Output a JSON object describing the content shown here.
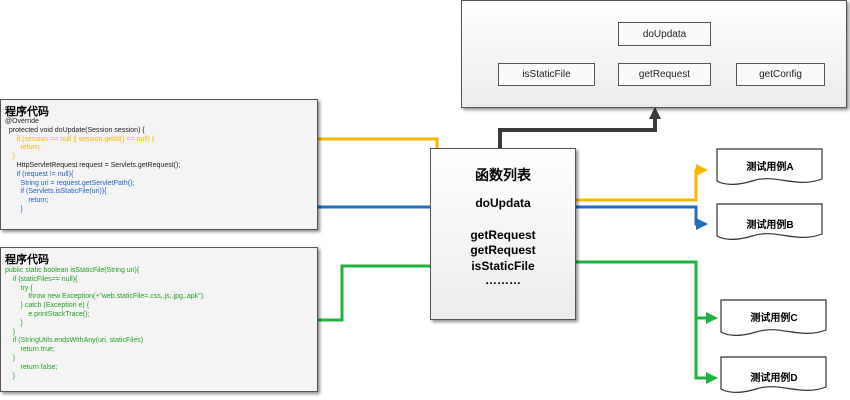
{
  "code_box_1": {
    "title": "程序代码",
    "lines": [
      {
        "text": "@Override",
        "color": "#222222"
      },
      {
        "text": "  protected void doUpdate(Session session) {",
        "color": "#222222"
      },
      {
        "text": "      if (session == null || session.getId() == null) {",
        "color": "#f0b400"
      },
      {
        "text": "        return;",
        "color": "#f0b400"
      },
      {
        "text": "    }",
        "color": "#f0b400"
      },
      {
        "text": "      HttpServletRequest request = Servlets.getRequest();",
        "color": "#222222"
      },
      {
        "text": "      if (request != null){",
        "color": "#1f5fbf"
      },
      {
        "text": "        String uri = request.getServletPath();",
        "color": "#1f5fbf"
      },
      {
        "text": "        if (Servlets.isStaticFile(uri)){",
        "color": "#1f5fbf"
      },
      {
        "text": "            return;",
        "color": "#1f5fbf"
      },
      {
        "text": "        }",
        "color": "#1f5fbf"
      }
    ]
  },
  "code_box_2": {
    "title": "程序代码",
    "lines": [
      {
        "text": "public static boolean isStaticFile(String uri){",
        "color": "#22a022"
      },
      {
        "text": "    if (staticFiles== null){",
        "color": "#22a022"
      },
      {
        "text": "        try {",
        "color": "#22a022"
      },
      {
        "text": "            throw new Exception(+\"web.staticFile=.css,.js,.jpg,.apk\");",
        "color": "#22a022"
      },
      {
        "text": "        } catch (Exception e) {",
        "color": "#22a022"
      },
      {
        "text": "            e.printStackTrace();",
        "color": "#22a022"
      },
      {
        "text": "        }",
        "color": "#22a022"
      },
      {
        "text": "    }",
        "color": "#22a022"
      },
      {
        "text": "    if (StringUtils.endsWithAny(uri, staticFiles)",
        "color": "#22a022"
      },
      {
        "text": "        return true;",
        "color": "#22a022"
      },
      {
        "text": "    }",
        "color": "#22a022"
      },
      {
        "text": "        return false;",
        "color": "#22a022"
      },
      {
        "text": "    }",
        "color": "#22a022"
      }
    ]
  },
  "function_list": {
    "title": "函数列表",
    "items": [
      "doUpdata",
      "getRequest",
      "getRequest",
      "isStaticFile",
      "………"
    ]
  },
  "call_tree": {
    "root": "doUpdata",
    "children": [
      "isStaticFile",
      "getRequest",
      "getConfig"
    ]
  },
  "test_cases": [
    "测试用例A",
    "测试用例B",
    "测试用例C",
    "测试用例D"
  ],
  "colors": {
    "yellow": "#f5b800",
    "blue": "#1f6fc5",
    "green": "#1fb23c",
    "dark": "#3a3a3a"
  }
}
